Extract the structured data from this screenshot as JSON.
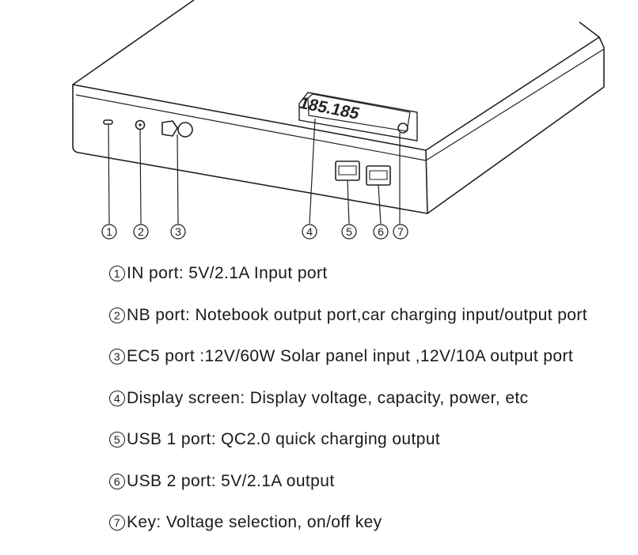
{
  "diagram": {
    "display_readout": "185.185",
    "callouts": [
      "1",
      "2",
      "3",
      "4",
      "5",
      "6",
      "7"
    ]
  },
  "legend": [
    {
      "num": "1",
      "text": "IN port: 5V/2.1A Input port"
    },
    {
      "num": "2",
      "text": "NB port: Notebook output port,car charging input/output port"
    },
    {
      "num": "3",
      "text": "EC5 port :12V/60W Solar panel input ,12V/10A output port"
    },
    {
      "num": "4",
      "text": "Display screen: Display voltage, capacity, power, etc"
    },
    {
      "num": "5",
      "text": "USB 1 port: QC2.0 quick charging output"
    },
    {
      "num": "6",
      "text": "USB 2 port: 5V/2.1A output"
    },
    {
      "num": "7",
      "text": "Key: Voltage selection, on/off key"
    }
  ]
}
